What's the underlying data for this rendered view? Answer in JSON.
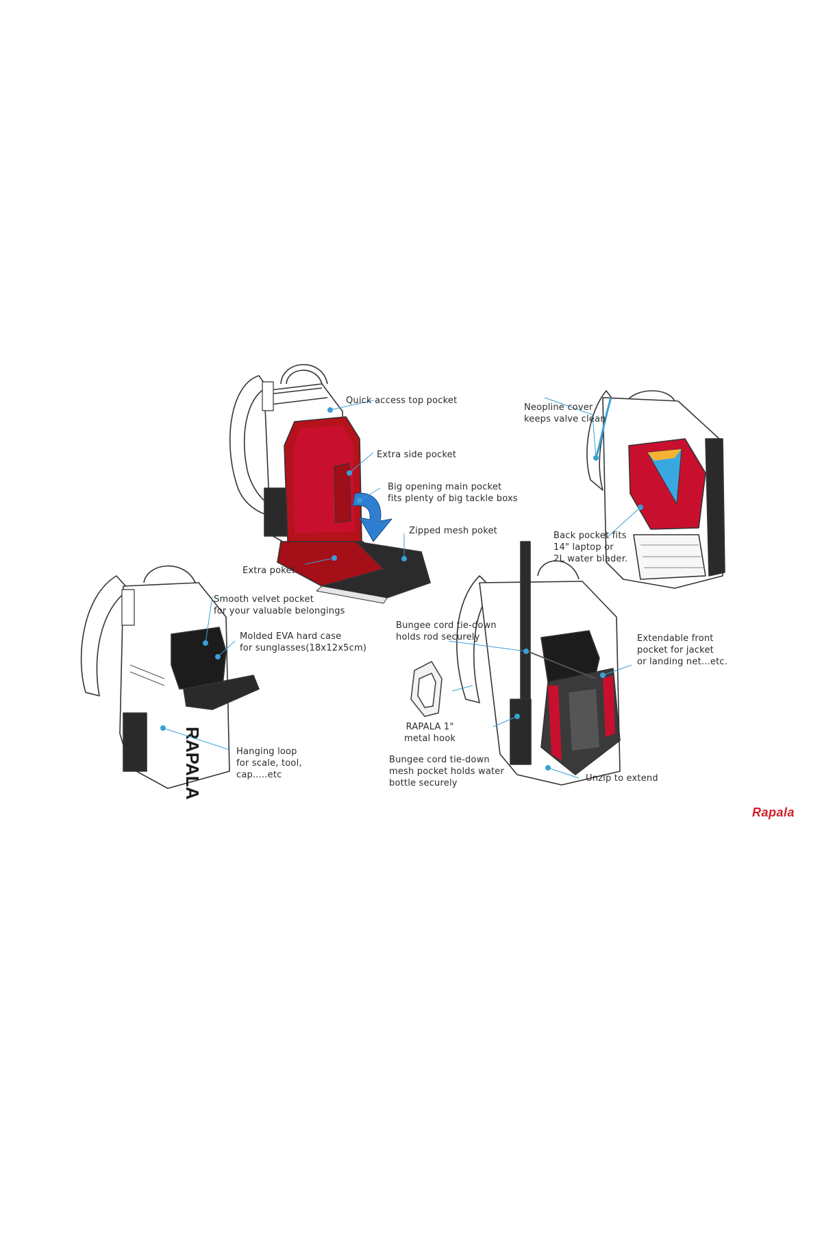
{
  "labels": {
    "quick_access_top_pocket": "Quick access top pocket",
    "extra_side_pocket": "Extra side pocket",
    "big_opening_main_pocket": "Big opening main pocket\nfits plenty of big tackle boxs",
    "zipped_mesh_poket": "Zipped mesh poket",
    "extra_poket": "Extra poket",
    "neopline_cover": "Neopline cover\nkeeps valve clean",
    "back_pocket": "Back pocket fits\n14\" laptop or\n2L water blader.",
    "smooth_velvet_pocket": "Smooth velvet pocket\nfor your valuable belongings",
    "molded_eva_case": "Molded EVA hard case\nfor sunglasses(18x12x5cm)",
    "hanging_loop": "Hanging loop\nfor scale, tool,\ncap.....etc",
    "bungee_rod": "Bungee cord tie-down\nholds rod securely",
    "extendable_front_pocket": "Extendable front\npocket for jacket\nor landing net...etc.",
    "rapala_hook": "RAPALA 1\"\nmetal hook",
    "bungee_bottle": "Bungee cord tie-down\nmesh pocket holds water\nbottle securely",
    "unzip_to_extend": "Unzip to extend"
  },
  "brand": {
    "logo": "Rapala"
  },
  "colors": {
    "accent_red": "#c8102e",
    "callout_blue": "#3a9fd6",
    "outline": "#333333",
    "mesh": "#2a2a2a"
  }
}
